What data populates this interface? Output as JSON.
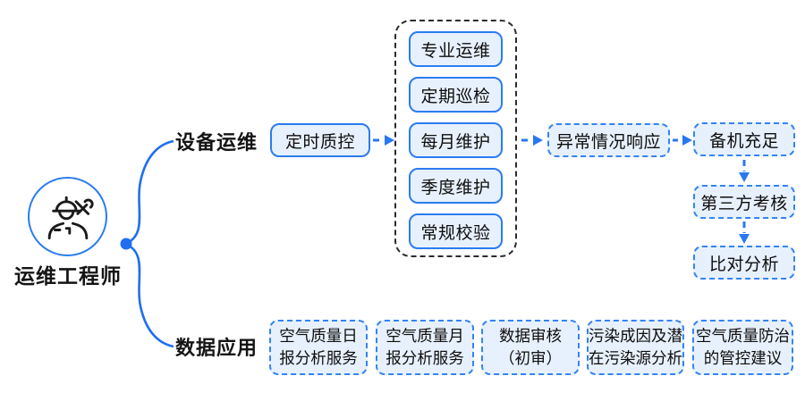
{
  "root": {
    "label": "运维工程师",
    "icon": "engineer-icon"
  },
  "branches": {
    "equipment": {
      "label": "设备运维"
    },
    "data": {
      "label": "数据应用"
    }
  },
  "equipment_flow": {
    "quality_control": "定时质控",
    "maintenance_items": [
      "专业运维",
      "定期巡检",
      "每月维护",
      "季度维护",
      "常规校验"
    ],
    "abnormal_response": "异常情况响应",
    "chain": [
      "备机充足",
      "第三方考核",
      "比对分析"
    ]
  },
  "data_services": [
    {
      "line1": "空气质量日",
      "line2": "报分析服务"
    },
    {
      "line1": "空气质量月",
      "line2": "报分析服务"
    },
    {
      "line1": "数据审核",
      "line2": "（初审）"
    },
    {
      "line1": "污染成因及潜",
      "line2": "在污染源分析"
    },
    {
      "line1": "空气质量防治",
      "line2": "的管控建议"
    }
  ],
  "colors": {
    "accent_blue": "#2878f0",
    "solid_border": "#2b7cf0",
    "dashed_border": "#3583f2",
    "box_fill": "#e7f1fd",
    "group_border": "#2b2b2b",
    "text": "#111111"
  }
}
